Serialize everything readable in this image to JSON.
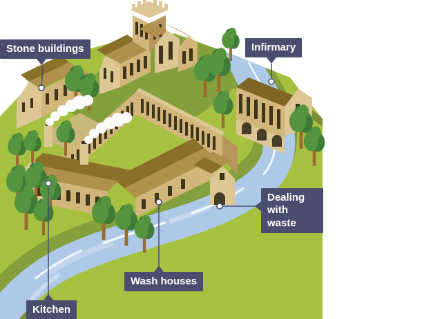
{
  "labels": {
    "stone_buildings": "Stone buildings",
    "infirmary": "Infirmary",
    "dealing_with_waste": "Dealing with waste",
    "wash_houses": "Wash houses",
    "kitchen": "Kitchen"
  },
  "palette": {
    "label_background": "#4a4e6e",
    "label_text": "#ffffff",
    "grass_light": "#a5c13f",
    "grass_medium": "#83a03c",
    "grass_dark": "#7d8c36",
    "path_tan": "#c9b87c",
    "river": "#aec9e7",
    "river_highlight": "#ffffff",
    "river_pale": "#d6e2f3",
    "wall_light": "#ddc795",
    "wall_mid": "#d2b67c",
    "wall_dark": "#b8955c",
    "roof_light": "#b0914c",
    "roof_dark": "#8a7029",
    "roof_brown": "#7d6626",
    "window": "#3e351a",
    "arch": "#453c25",
    "tree_light": "#55953f",
    "tree_dark": "#3e7c37",
    "trunk": "#9c6a31",
    "smoke": "#ffffff"
  }
}
